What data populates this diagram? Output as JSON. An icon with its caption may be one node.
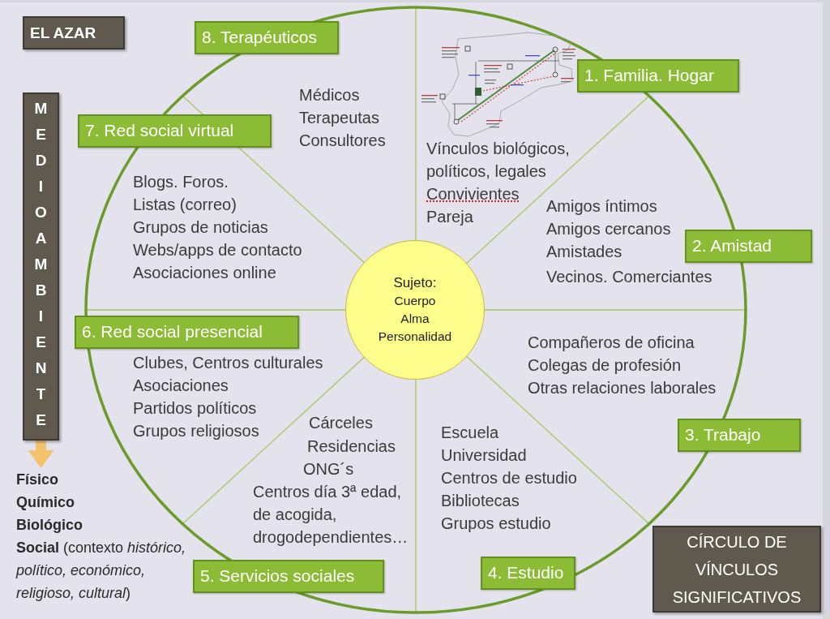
{
  "diagram": {
    "nodes": [
      {
        "text": [
          "EL AZAR"
        ]
      },
      {
        "text": [
          "8. Terapéuticos"
        ]
      },
      {
        "text": [
          "1. Familia. Hogar"
        ]
      },
      {
        "text": [
          "MEDIOAMBIENTE"
        ]
      },
      {
        "text": [
          "7. Red social virtual"
        ]
      },
      {
        "text": [
          "2. Amistad"
        ]
      },
      {
        "text": [
          "Sujeto:",
          "Cuerpo",
          "Alma",
          "Personalidad"
        ]
      },
      {
        "text": [
          "6. Red social presencial"
        ]
      },
      {
        "text": [
          "3. Trabajo"
        ]
      },
      {
        "text": [
          "Físico",
          "Químico",
          "Biológico",
          "**Social** (contexto *histórico, político, económico, religioso, cultural*)"
        ]
      },
      {
        "text": [
          "5. Servicios sociales"
        ]
      },
      {
        "text": [
          "4. Estudio"
        ]
      },
      {
        "text": [
          "CÍRCULO DE VÍNCULOS SIGNIFICATIVOS"
        ]
      }
    ],
    "edges": [
      {
        "from": 3,
        "to": 9,
        "arrow": "to"
      }
    ],
    "labels": [
      "Médicos",
      "Terapeutas",
      "Consultores",
      "Vínculos biológicos, políticos, legales",
      "Convivientes",
      "Pareja",
      "Blogs. Foros.",
      "Listas (correo)",
      "Grupos de noticias",
      "Webs/apps de contacto",
      "Asociaciones online",
      "Amigos íntimos",
      "Amigos cercanos",
      "Amistades",
      "Vecinos. Comerciantes",
      "Compañeros de oficina",
      "Colegas de profesión",
      "Otras relaciones laborales",
      "Clubes, Centros culturales",
      "Asociaciones",
      "Partidos políticos",
      "Grupos religiosos",
      "Cárceles",
      "Residencias",
      "ONG´s",
      "Centros día 3ª edad, de acogida, drogodependientes…",
      "Escuela",
      "Universidad",
      "Centros de estudio",
      "Bibliotecas",
      "Grupos estudio"
    ]
  }
}
